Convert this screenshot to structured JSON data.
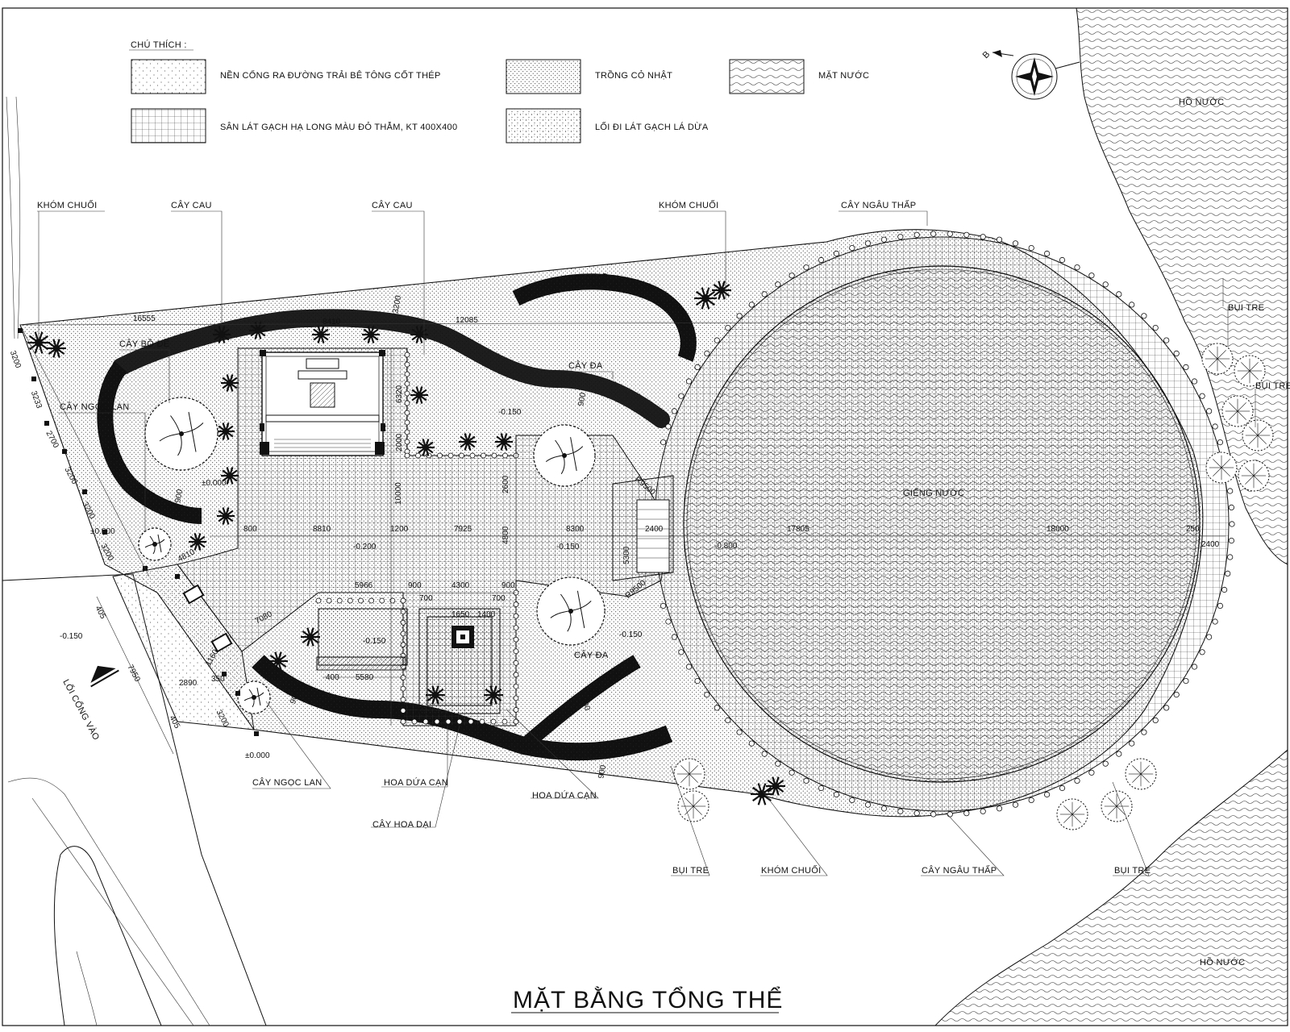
{
  "drawing": {
    "title": "MẶT BẰNG TỔNG THỂ",
    "north_label": "B"
  },
  "legend": {
    "heading": "CHÚ THÍCH :",
    "items": [
      {
        "key": "concrete-gate-road",
        "label": "NỀN CỔNG RA ĐƯỜNG TRẢI BÊ TÔNG CỐT THÉP",
        "pattern": "dots-sparse"
      },
      {
        "key": "grass",
        "label": "TRỒNG CỎ NHẬT",
        "pattern": "dots-dense"
      },
      {
        "key": "water-surface",
        "label": "MẶT NƯỚC",
        "pattern": "waves"
      },
      {
        "key": "ha-long-tiles",
        "label": "SÂN LÁT GẠCH HẠ LONG MÀU ĐỎ THẪM, KT 400X400",
        "pattern": "grid"
      },
      {
        "key": "leaf-tile-path",
        "label": "LỐI ĐI LÁT GẠCH LÁ DỪA",
        "pattern": "dots-medium"
      }
    ]
  },
  "labels": {
    "kho_chuoi_1": "KHÓM CHUỐI",
    "cay_cau_1": "CÂY CAU",
    "cay_cau_2": "CÂY CAU",
    "kho_chuoi_2": "KHÓM CHUỐI",
    "cay_ngau_thap_1": "CÂY NGÂU THẤP",
    "cay_bo_de": "CÂY BỒ ĐỀ",
    "cay_ngoc_lan_1": "CÂY NGỌC LAN",
    "cay_da_1": "CÂY ĐA",
    "cay_da_2": "CÂY ĐA",
    "gieng_nuoc": "GIẾNG NƯỚC",
    "ho_nuoc_1": "HỒ NƯỚC",
    "ho_nuoc_2": "HỒ NƯỚC",
    "bui_tre_1": "BỤI TRE",
    "bui_tre_2": "BỤI TRE",
    "bui_tre_3": "BỤI TRE",
    "bui_tre_4": "BỤI TRE",
    "loi_cong_vao": "LỐI CỔNG VÀO",
    "cay_ngoc_lan_2": "CÂY NGỌC LAN",
    "hoa_dua_can_1": "HOA DỨA CẠN",
    "hoa_dua_can_2": "HOA DỨA CẠN",
    "cay_hoa_dai": "CÂY HOA DẠI",
    "kho_chuoi_3": "KHÓM CHUỐI",
    "cay_ngau_thap_2": "CÂY NGÂU THẤP"
  },
  "dimensions": {
    "d16555": "16555",
    "d8410": "8410",
    "d12085": "12085",
    "d3200a": "3200",
    "d3233": "3233",
    "d2700": "2700",
    "d3200b": "3200",
    "d3200c": "3200",
    "d3200d": "3200",
    "d3200e": "3200",
    "d4810": "4810",
    "d800": "800",
    "d8810": "8810",
    "d1200": "1200",
    "d7925": "7925",
    "d8300": "8300",
    "d2400a": "2400",
    "d17805": "17805",
    "d18000": "18000",
    "d250": "250",
    "d2400b": "2400",
    "d10000": "10000",
    "d2600": "2600",
    "d4800": "4800",
    "d5300": "5300",
    "d5966": "5966",
    "d900a": "900",
    "d4300": "4300",
    "d900b": "900",
    "d700a": "700",
    "d700b": "700",
    "d1650": "1650",
    "d1400": "1400",
    "d7080": "7080",
    "d2890": "2890",
    "d1160": "1160",
    "d350": "350",
    "d400a": "400",
    "d5580": "5580",
    "d7950": "7950",
    "d405a": "405",
    "d405b": "405",
    "d900c": "900",
    "d900d": "900",
    "d900e": "900",
    "d900f": "900",
    "d900g": "900",
    "d3200f": "3200",
    "d6320": "6320",
    "d2000": "2000",
    "r29500a": "R9500",
    "r29500b": "R9500"
  },
  "levels": {
    "lv1": "±0.000",
    "lv2": "-0.150",
    "lv3": "±0.000",
    "lv4": "-0.200",
    "lv5": "-0.150",
    "lv6": "-0.800",
    "lv7": "-0.150",
    "lv8": "-0.150",
    "lv9": "±0.000",
    "lv10": "-0.150"
  },
  "colors": {
    "line": "#111111",
    "paper": "#ffffff"
  }
}
